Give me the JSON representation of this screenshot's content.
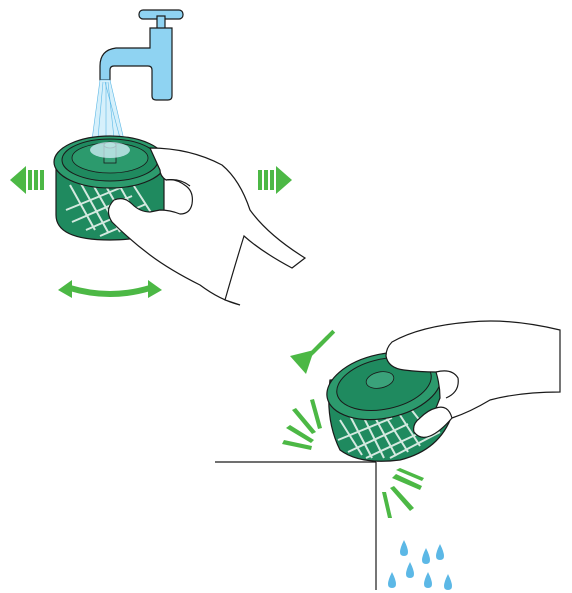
{
  "colors": {
    "filter_green": "#1f8a5f",
    "filter_dark": "#156b48",
    "arrow_green": "#4cb845",
    "water_blue": "#5cb8e6",
    "tap_blue": "#8fd3f2",
    "outline": "#1a1a1a",
    "background": "#ffffff"
  },
  "icons": {
    "tap": "tap-icon",
    "water_stream": "water-stream-icon",
    "filter_top": "filter-top-view",
    "filter_tilted": "filter-tilted-view",
    "hand_top": "hand-holding-filter",
    "hand_bottom": "hand-tapping-filter",
    "arrow_left": "arrow-left-icon",
    "arrow_right": "arrow-right-icon",
    "arrow_rotate": "arrow-rotate-icon",
    "arrow_tap": "arrow-tap-down-icon",
    "impact_lines": "impact-lines-icon",
    "water_drops": "water-drops-icon",
    "table_edge": "table-edge-lines"
  }
}
